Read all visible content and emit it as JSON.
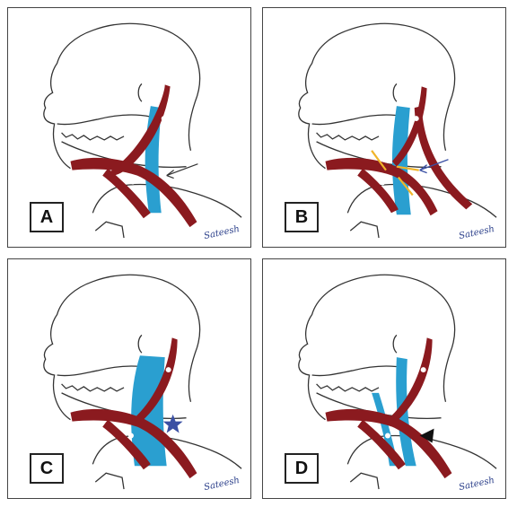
{
  "panels": [
    {
      "id": "A",
      "label": "A",
      "signature": "Sateesh",
      "marker": "arrow"
    },
    {
      "id": "B",
      "label": "B",
      "signature": "Sateesh",
      "marker": "blue-arrow-yellow-lines"
    },
    {
      "id": "C",
      "label": "C",
      "signature": "Sateesh",
      "marker": "star"
    },
    {
      "id": "D",
      "label": "D",
      "signature": "Sateesh",
      "marker": "arrowhead"
    }
  ],
  "colors": {
    "muscle": "#8b1a1f",
    "vessel": "#2a9fd0",
    "outline": "#333333",
    "arrow_yellow": "#f0b429",
    "arrow_blue": "#3a4fa3"
  }
}
